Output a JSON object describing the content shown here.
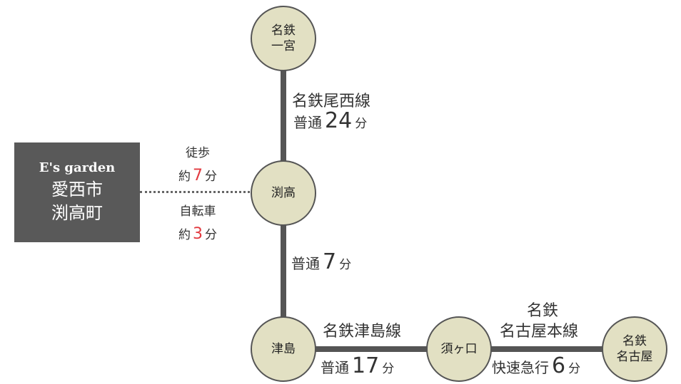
{
  "origin": {
    "brand": "E's garden",
    "area_line1": "愛西市",
    "area_line2": "渕高町"
  },
  "access": {
    "walk_label": "徒歩",
    "walk_prefix": "約",
    "walk_minutes": "7",
    "walk_unit": "分",
    "bike_label": "自転車",
    "bike_prefix": "約",
    "bike_minutes": "3",
    "bike_unit": "分"
  },
  "stations": {
    "ichinomiya_line1": "名鉄",
    "ichinomiya_line2": "一宮",
    "fuchitaka": "渕高",
    "tsushima": "津島",
    "sukaguchi": "須ヶ口",
    "nagoya_line1": "名鉄",
    "nagoya_line2": "名古屋"
  },
  "segments": {
    "bisai": {
      "line_name": "名鉄尾西線",
      "service": "普通",
      "minutes": "24",
      "unit": "分"
    },
    "fuchitaka_tsushima": {
      "service": "普通",
      "minutes": "7",
      "unit": "分"
    },
    "tsushima_line": {
      "line_name": "名鉄津島線",
      "service": "普通",
      "minutes": "17",
      "unit": "分"
    },
    "nagoya_main": {
      "line_name_1": "名鉄",
      "line_name_2": "名古屋本線",
      "service": "快速急行",
      "minutes": "6",
      "unit": "分"
    }
  },
  "colors": {
    "station_fill": "#e2e0c3",
    "line": "#555555",
    "box": "#595959",
    "accent_red": "#e2393f"
  }
}
